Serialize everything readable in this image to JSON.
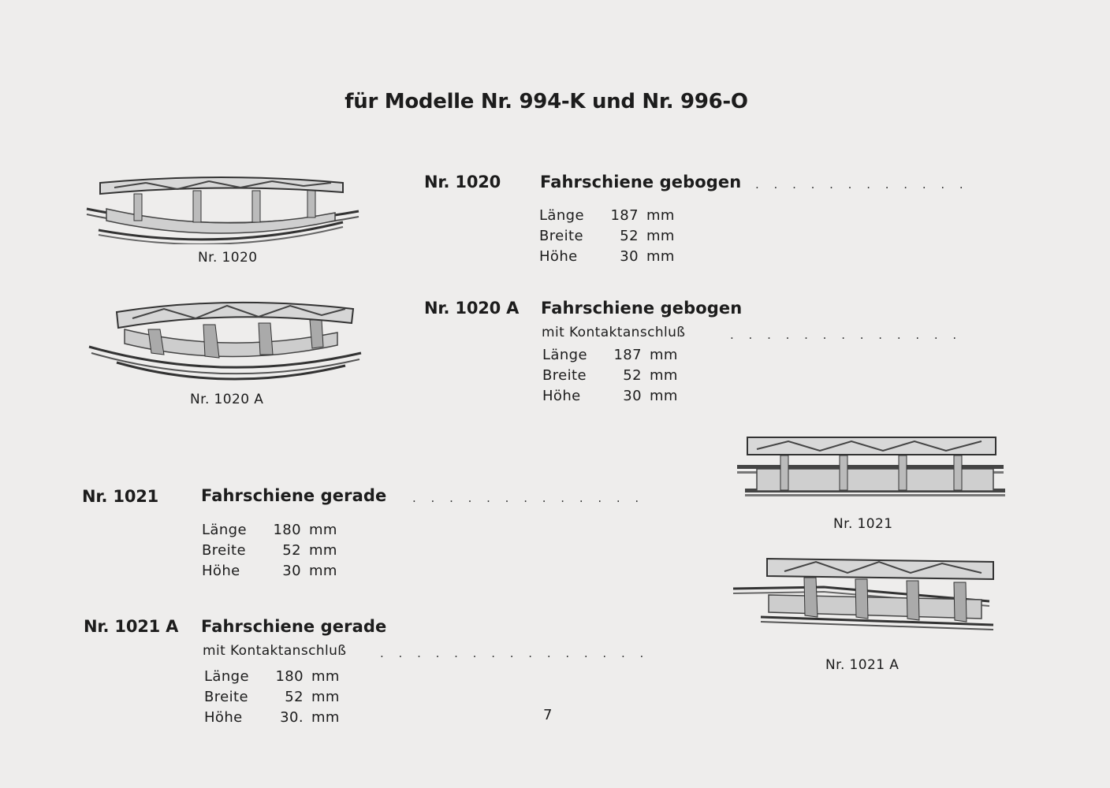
{
  "page": {
    "heading": "für Modelle Nr. 994-K und Nr. 996-O",
    "page_number": "7"
  },
  "items": [
    {
      "nr": "Nr. 1020",
      "title": "Fahrschiene gebogen",
      "subtitle": "",
      "caption": "Nr. 1020",
      "specs": [
        {
          "label": "Länge",
          "value": "187",
          "unit": "mm"
        },
        {
          "label": "Breite",
          "value": "52",
          "unit": "mm"
        },
        {
          "label": "Höhe",
          "value": "30",
          "unit": "mm"
        }
      ]
    },
    {
      "nr": "Nr. 1020 A",
      "title": "Fahrschiene gebogen",
      "subtitle": "mit Kontaktanschluß",
      "caption": "Nr. 1020 A",
      "specs": [
        {
          "label": "Länge",
          "value": "187",
          "unit": "mm"
        },
        {
          "label": "Breite",
          "value": "52",
          "unit": "mm"
        },
        {
          "label": "Höhe",
          "value": "30",
          "unit": "mm"
        }
      ]
    },
    {
      "nr": "Nr. 1021",
      "title": "Fahrschiene gerade",
      "subtitle": "",
      "caption": "Nr. 1021",
      "specs": [
        {
          "label": "Länge",
          "value": "180",
          "unit": "mm"
        },
        {
          "label": "Breite",
          "value": "52",
          "unit": "mm"
        },
        {
          "label": "Höhe",
          "value": "30",
          "unit": "mm"
        }
      ]
    },
    {
      "nr": "Nr. 1021 A",
      "title": "Fahrschiene gerade",
      "subtitle": "mit Kontaktanschluß",
      "caption": "Nr. 1021 A",
      "specs": [
        {
          "label": "Länge",
          "value": "180",
          "unit": "mm"
        },
        {
          "label": "Breite",
          "value": "52",
          "unit": "mm"
        },
        {
          "label": "Höhe",
          "value": "30.",
          "unit": "mm"
        }
      ]
    }
  ],
  "dots": {
    "d0": ". . . . . . . . . . . .",
    "d1": ". . .   . . . . . . . . . .",
    "d2": ". . . . . . . . . . . . .",
    "d3": ". . . . . . . . . . . . . . ."
  },
  "images": {
    "img0": "curved-track-illustration",
    "img1": "curved-contact-track-illustration",
    "img2": "straight-track-illustration",
    "img3": "straight-contact-track-illustration"
  }
}
